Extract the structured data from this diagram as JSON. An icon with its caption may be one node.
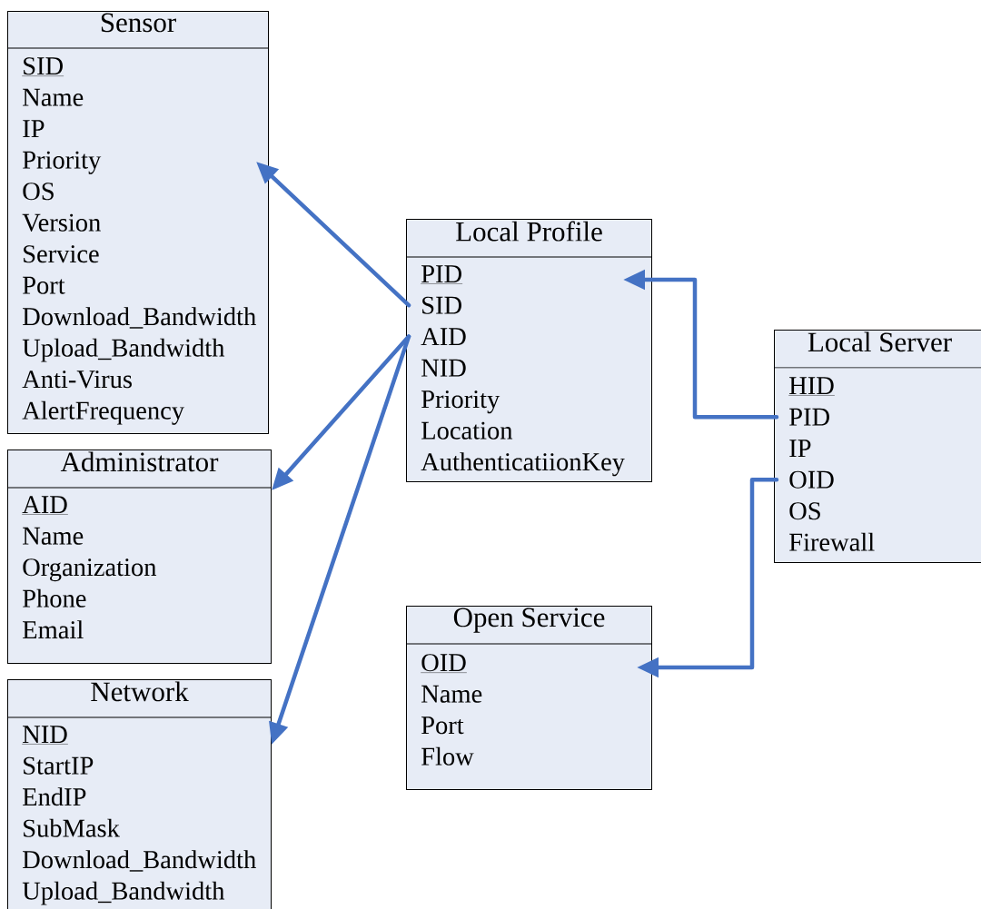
{
  "diagram": {
    "nodes": [
      {
        "text": [
          "Sensor"
        ]
      },
      {
        "text": [
          "SID"
        ],
        "in": 0
      },
      {
        "text": [
          "Name"
        ],
        "in": 0
      },
      {
        "text": [
          "IP"
        ],
        "in": 0
      },
      {
        "text": [
          "Priority"
        ],
        "in": 0
      },
      {
        "text": [
          "OS"
        ],
        "in": 0
      },
      {
        "text": [
          "Version"
        ],
        "in": 0
      },
      {
        "text": [
          "Service"
        ],
        "in": 0
      },
      {
        "text": [
          "Port"
        ],
        "in": 0
      },
      {
        "text": [
          "Download_Bandwidth"
        ],
        "in": 0
      },
      {
        "text": [
          "Upload_Bandwidth"
        ],
        "in": 0
      },
      {
        "text": [
          "Anti-Virus"
        ],
        "in": 0
      },
      {
        "text": [
          "AlertFrequency"
        ],
        "in": 0
      },
      {
        "text": [
          "Administrator"
        ]
      },
      {
        "text": [
          "AID"
        ],
        "in": 13
      },
      {
        "text": [
          "Name"
        ],
        "in": 13
      },
      {
        "text": [
          "Organization"
        ],
        "in": 13
      },
      {
        "text": [
          "Phone"
        ],
        "in": 13
      },
      {
        "text": [
          "Email"
        ],
        "in": 13
      },
      {
        "text": [
          "Network"
        ]
      },
      {
        "text": [
          "NID"
        ],
        "in": 19
      },
      {
        "text": [
          "StartIP"
        ],
        "in": 19
      },
      {
        "text": [
          "EndIP"
        ],
        "in": 19
      },
      {
        "text": [
          "SubMask"
        ],
        "in": 19
      },
      {
        "text": [
          "Download_Bandwidth"
        ],
        "in": 19
      },
      {
        "text": [
          "Upload_Bandwidth"
        ],
        "in": 19
      },
      {
        "text": [
          "Local Profile"
        ]
      },
      {
        "text": [
          "PID"
        ],
        "in": 26
      },
      {
        "text": [
          "SID"
        ],
        "in": 26
      },
      {
        "text": [
          "AID"
        ],
        "in": 26
      },
      {
        "text": [
          "NID"
        ],
        "in": 26
      },
      {
        "text": [
          "Priority"
        ],
        "in": 26
      },
      {
        "text": [
          "Location"
        ],
        "in": 26
      },
      {
        "text": [
          "AuthenticatiionKey"
        ],
        "in": 26
      },
      {
        "text": [
          "Local Server"
        ]
      },
      {
        "text": [
          "HID"
        ],
        "in": 34
      },
      {
        "text": [
          "PID"
        ],
        "in": 34
      },
      {
        "text": [
          "IP"
        ],
        "in": 34
      },
      {
        "text": [
          "OID"
        ],
        "in": 34
      },
      {
        "text": [
          "OS"
        ],
        "in": 34
      },
      {
        "text": [
          "Firewall"
        ],
        "in": 34
      },
      {
        "text": [
          "Open Service"
        ]
      },
      {
        "text": [
          "OID"
        ],
        "in": 41
      },
      {
        "text": [
          "Name"
        ],
        "in": 41
      },
      {
        "text": [
          "Port"
        ],
        "in": 41
      },
      {
        "text": [
          "Flow"
        ],
        "in": 41
      }
    ],
    "edges": [
      {
        "from": 28,
        "to": 0,
        "arrow": "to"
      },
      {
        "from": 29,
        "to": 13,
        "arrow": "to"
      },
      {
        "from": 29,
        "to": 19,
        "arrow": "to"
      },
      {
        "from": 36,
        "to": 26,
        "arrow": "to"
      },
      {
        "from": 38,
        "to": 41,
        "arrow": "to"
      }
    ]
  }
}
